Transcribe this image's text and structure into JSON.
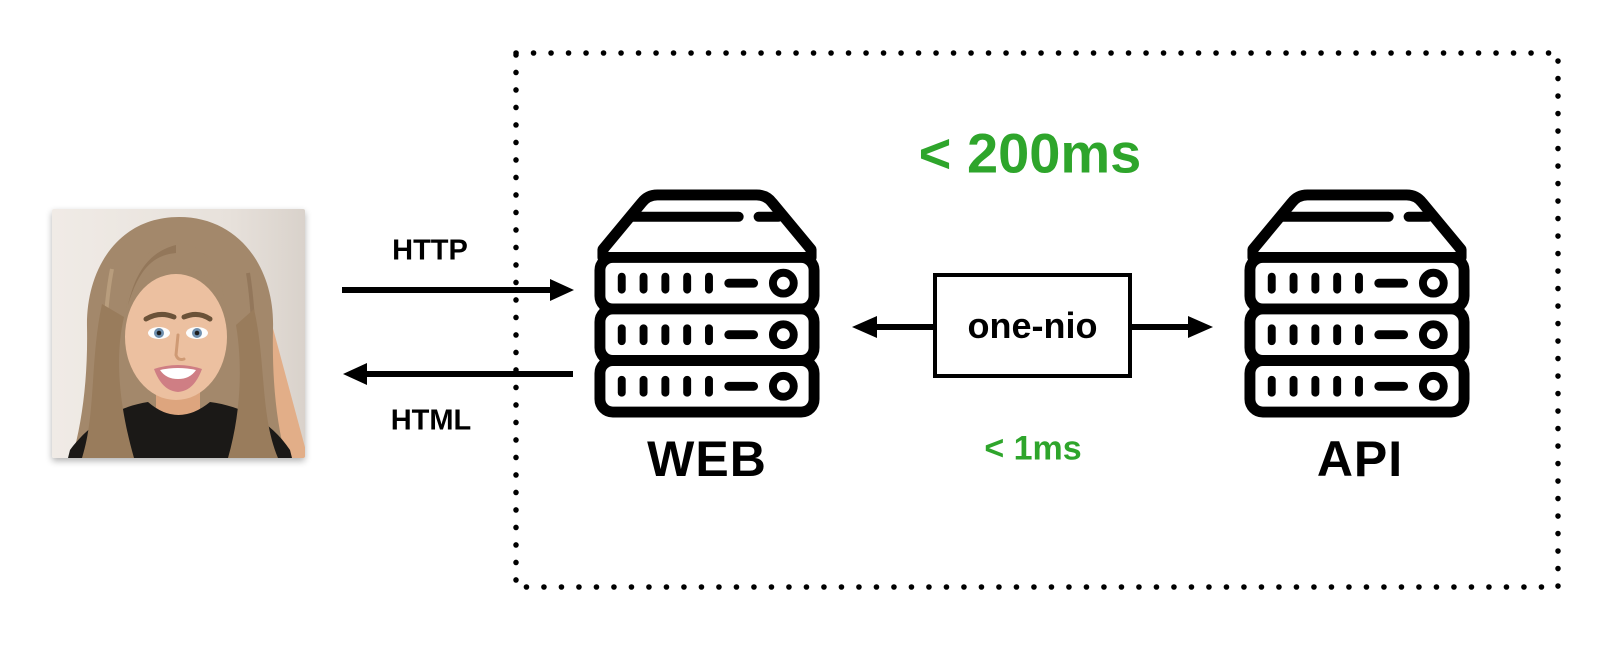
{
  "title": "one-nio web architecture diagram",
  "colors": {
    "background": "#ffffff",
    "line_black": "#000000",
    "latency_green": "#2ea52b"
  },
  "user": {
    "photo": "woman-portrait-photo"
  },
  "client_flow": {
    "request_label": "HTTP",
    "response_label": "HTML"
  },
  "datacenter": {
    "total_latency": "< 200ms",
    "web_server": {
      "icon": "server-rack-icon",
      "label": "WEB"
    },
    "api_server": {
      "icon": "server-rack-icon",
      "label": "API"
    },
    "connector": {
      "label": "one-nio",
      "latency": "< 1ms"
    }
  }
}
